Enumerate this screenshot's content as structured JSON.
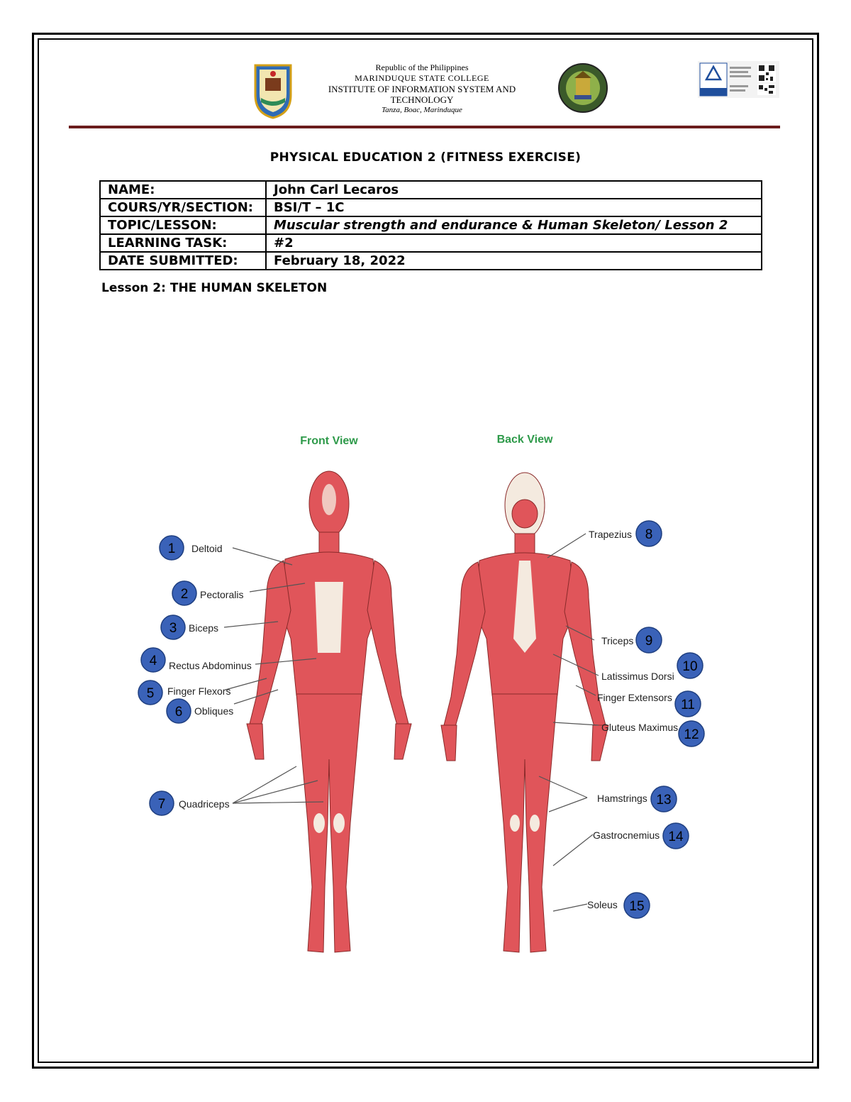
{
  "header": {
    "republic": "Republic of the Philippines",
    "college": "MARINDUQUE STATE COLLEGE",
    "institute": "INSTITUTE OF INFORMATION SYSTEM AND TECHNOLOGY",
    "address": "Tanza, Boac, Marinduque"
  },
  "title": "PHYSICAL EDUCATION 2 (FITNESS EXERCISE)",
  "info": {
    "name_label": "NAME:",
    "name_value": "John Carl Lecaros",
    "course_label": "COURS/YR/SECTION:",
    "course_value": "BSI/T – 1C",
    "topic_label": "TOPIC/LESSON:",
    "topic_value": "Muscular strength and endurance & Human Skeleton/ Lesson 2",
    "task_label": "LEARNING TASK:",
    "task_value": "#2",
    "date_label": "DATE SUBMITTED:",
    "date_value": "February 18, 2022"
  },
  "lesson_heading": "Lesson 2: THE HUMAN SKELETON",
  "figure": {
    "front_title": "Front View",
    "back_title": "Back View",
    "colors": {
      "view_title": "#2e9a4a",
      "muscle": "#e0555a",
      "badge": "#3a62b8"
    },
    "front_labels": [
      {
        "num": "1",
        "name": "Deltoid"
      },
      {
        "num": "2",
        "name": "Pectoralis"
      },
      {
        "num": "3",
        "name": "Biceps"
      },
      {
        "num": "4",
        "name": "Rectus Abdominus"
      },
      {
        "num": "5",
        "name": "Finger Flexors"
      },
      {
        "num": "6",
        "name": "Obliques"
      },
      {
        "num": "7",
        "name": "Quadriceps"
      }
    ],
    "back_labels": [
      {
        "num": "8",
        "name": "Trapezius"
      },
      {
        "num": "9",
        "name": "Triceps"
      },
      {
        "num": "10",
        "name": "Latissimus Dorsi"
      },
      {
        "num": "11",
        "name": "Finger Extensors"
      },
      {
        "num": "12",
        "name": "Gluteus Maximus"
      },
      {
        "num": "13",
        "name": "Hamstrings"
      },
      {
        "num": "14",
        "name": "Gastrocnemius"
      },
      {
        "num": "15",
        "name": "Soleus"
      }
    ]
  }
}
